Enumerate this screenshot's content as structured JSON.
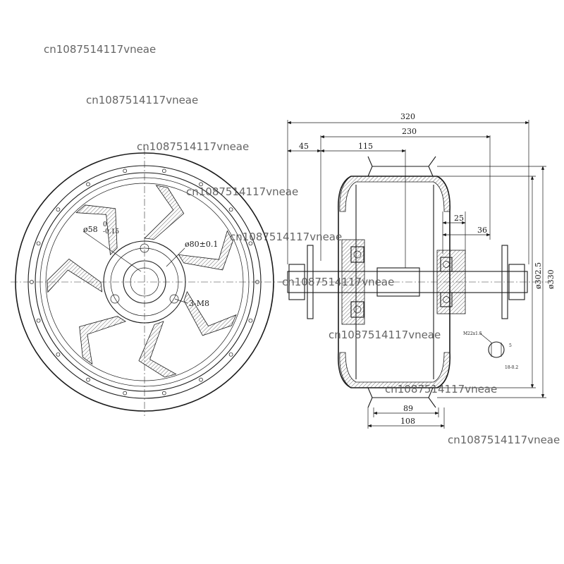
{
  "watermark": "cn1087514117vneae",
  "front_view": {
    "labels": {
      "bore": "ø58",
      "bore_tol_upper": "0",
      "bore_tol_lower": "-0.15",
      "pcd": "ø80±0.1",
      "holes": "3-M8"
    }
  },
  "side_view": {
    "dimensions": {
      "overall_width": "320",
      "hub_width": "230",
      "left_offset": "45",
      "center_offset": "115",
      "flat_a": "25",
      "flat_b": "36",
      "inner_dia": "ø302.5",
      "outer_dia": "ø330",
      "rim_inner": "89",
      "rim_outer": "108"
    },
    "thread_detail": {
      "thread": "M22x1.5",
      "across_flats": "5",
      "flat_tol": "18-0.2"
    }
  },
  "colors": {
    "line": "#1a1a1a",
    "hatch": "#444444",
    "watermark": "#555555"
  }
}
